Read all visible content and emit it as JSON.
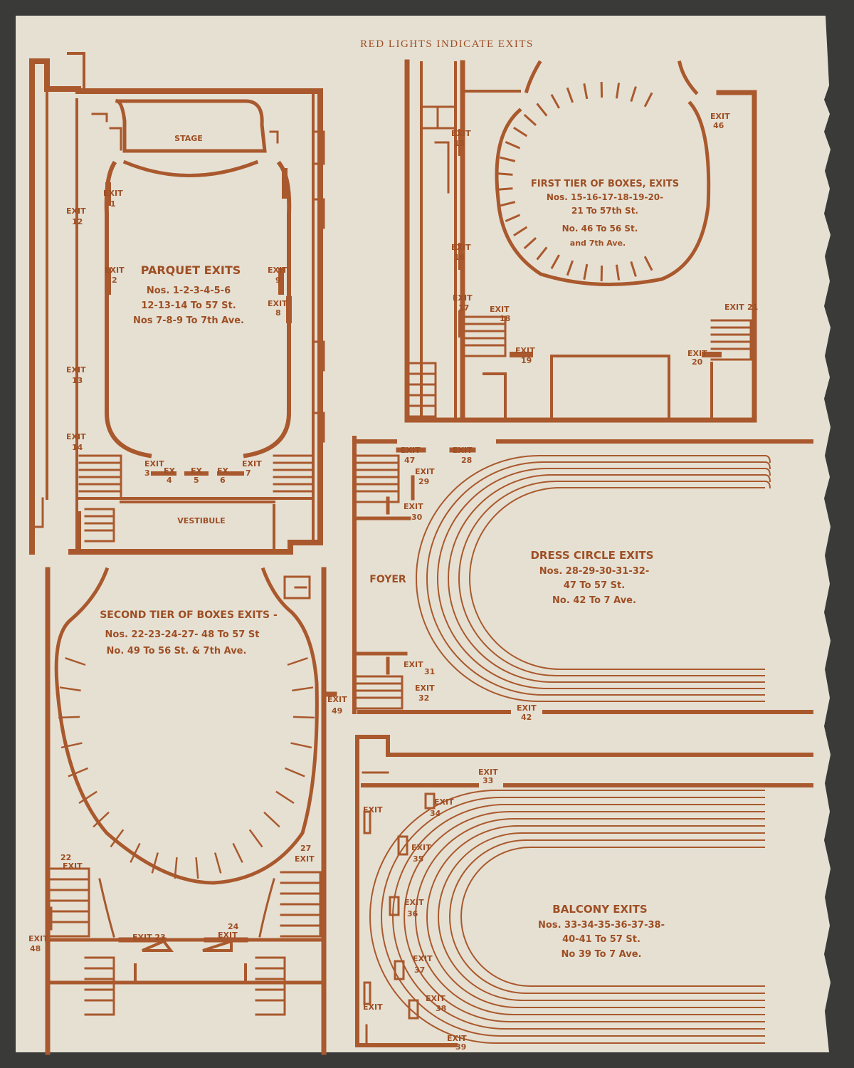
{
  "header": "RED LIGHTS INDICATE EXITS",
  "colors": {
    "paper": "#e6e0d3",
    "ink": "#a9592d",
    "background": "#3a3a38"
  },
  "parquet": {
    "stage": "STAGE",
    "title": "PARQUET EXITS",
    "lines": [
      "Nos. 1-2-3-4-5-6",
      "12-13-14 To 57 St.",
      "Nos 7-8-9 To 7th Ave."
    ],
    "vestibule": "VESTIBULE",
    "exits": {
      "e1": "1",
      "e2": "2",
      "e3": "3",
      "e4": "4",
      "e5": "5",
      "e6": "6",
      "e7": "7",
      "e8": "8",
      "e9": "9",
      "e12": "12",
      "e13": "13",
      "e14": "14"
    },
    "exit_word": "EXIT",
    "ex_short": "EX"
  },
  "first_tier": {
    "title": "FIRST TIER OF BOXES, EXITS",
    "lines": [
      "Nos. 15-16-17-18-19-20-",
      "21 To 57th St.",
      "No. 46 To 56 St.",
      "and 7th Ave."
    ],
    "exits": {
      "e15": "15",
      "e16": "16",
      "e17": "17",
      "e18": "18",
      "e19": "19",
      "e20": "20",
      "e21": "21",
      "e46": "46"
    }
  },
  "second_tier": {
    "title": "SECOND TIER OF BOXES EXITS -",
    "lines": [
      "Nos. 22-23-24-27- 48 To 57 St",
      "No. 49 To 56 St. & 7th Ave."
    ],
    "exits": {
      "e22": "22",
      "e23": "EXIT 23",
      "e24": "24",
      "e27": "27",
      "e48": "48",
      "e49": "49"
    }
  },
  "dress_circle": {
    "title": "DRESS CIRCLE EXITS",
    "lines": [
      "Nos. 28-29-30-31-32-",
      "47 To 57 St.",
      "No. 42 To 7 Ave."
    ],
    "foyer": "FOYER",
    "exits": {
      "e28": "28",
      "e29": "29",
      "e30": "30",
      "e31": "31",
      "e32": "32",
      "e42": "42",
      "e47": "47"
    }
  },
  "balcony": {
    "title": "BALCONY EXITS",
    "lines": [
      "Nos. 33-34-35-36-37-38-",
      "40-41 To 57 St.",
      "No 39 To 7 Ave."
    ],
    "exits": {
      "e33": "33",
      "e34": "34",
      "e35": "35",
      "e36": "36",
      "e37": "37",
      "e38": "38",
      "e39": "39"
    }
  }
}
